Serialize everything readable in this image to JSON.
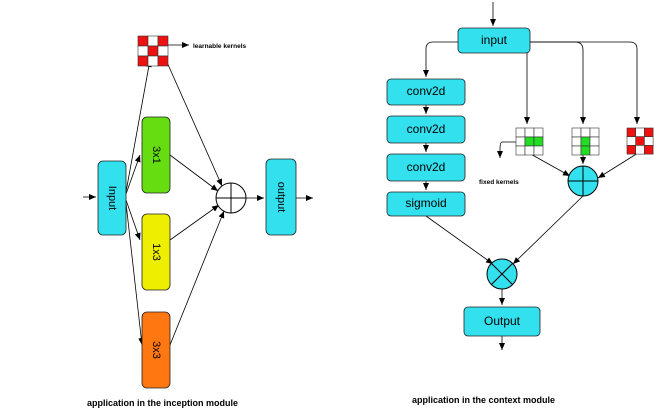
{
  "colors": {
    "cyan": "#33e0ee",
    "green": "#66dd11",
    "yellow": "#eeee00",
    "orange": "#ff7711",
    "red": "#ee1111",
    "fixed_green": "#22dd22",
    "line": "#000000"
  },
  "inception": {
    "input_label": "Input",
    "k31_label": "3x1",
    "k13_label": "1x3",
    "k33_label": "3x3",
    "output_label": "output",
    "learnable_label": "learnable kernels",
    "caption": "application in the inception module",
    "sum_operator": "add"
  },
  "context": {
    "input_label": "input",
    "conv1_label": "conv2d",
    "conv2_label": "conv2d",
    "conv3_label": "conv2d",
    "sigmoid_label": "sigmoid",
    "fixed_label": "fixed kernels",
    "output_label": "Output",
    "caption": "application in the context module",
    "sum_operator": "add",
    "mult_operator": "multiply"
  }
}
